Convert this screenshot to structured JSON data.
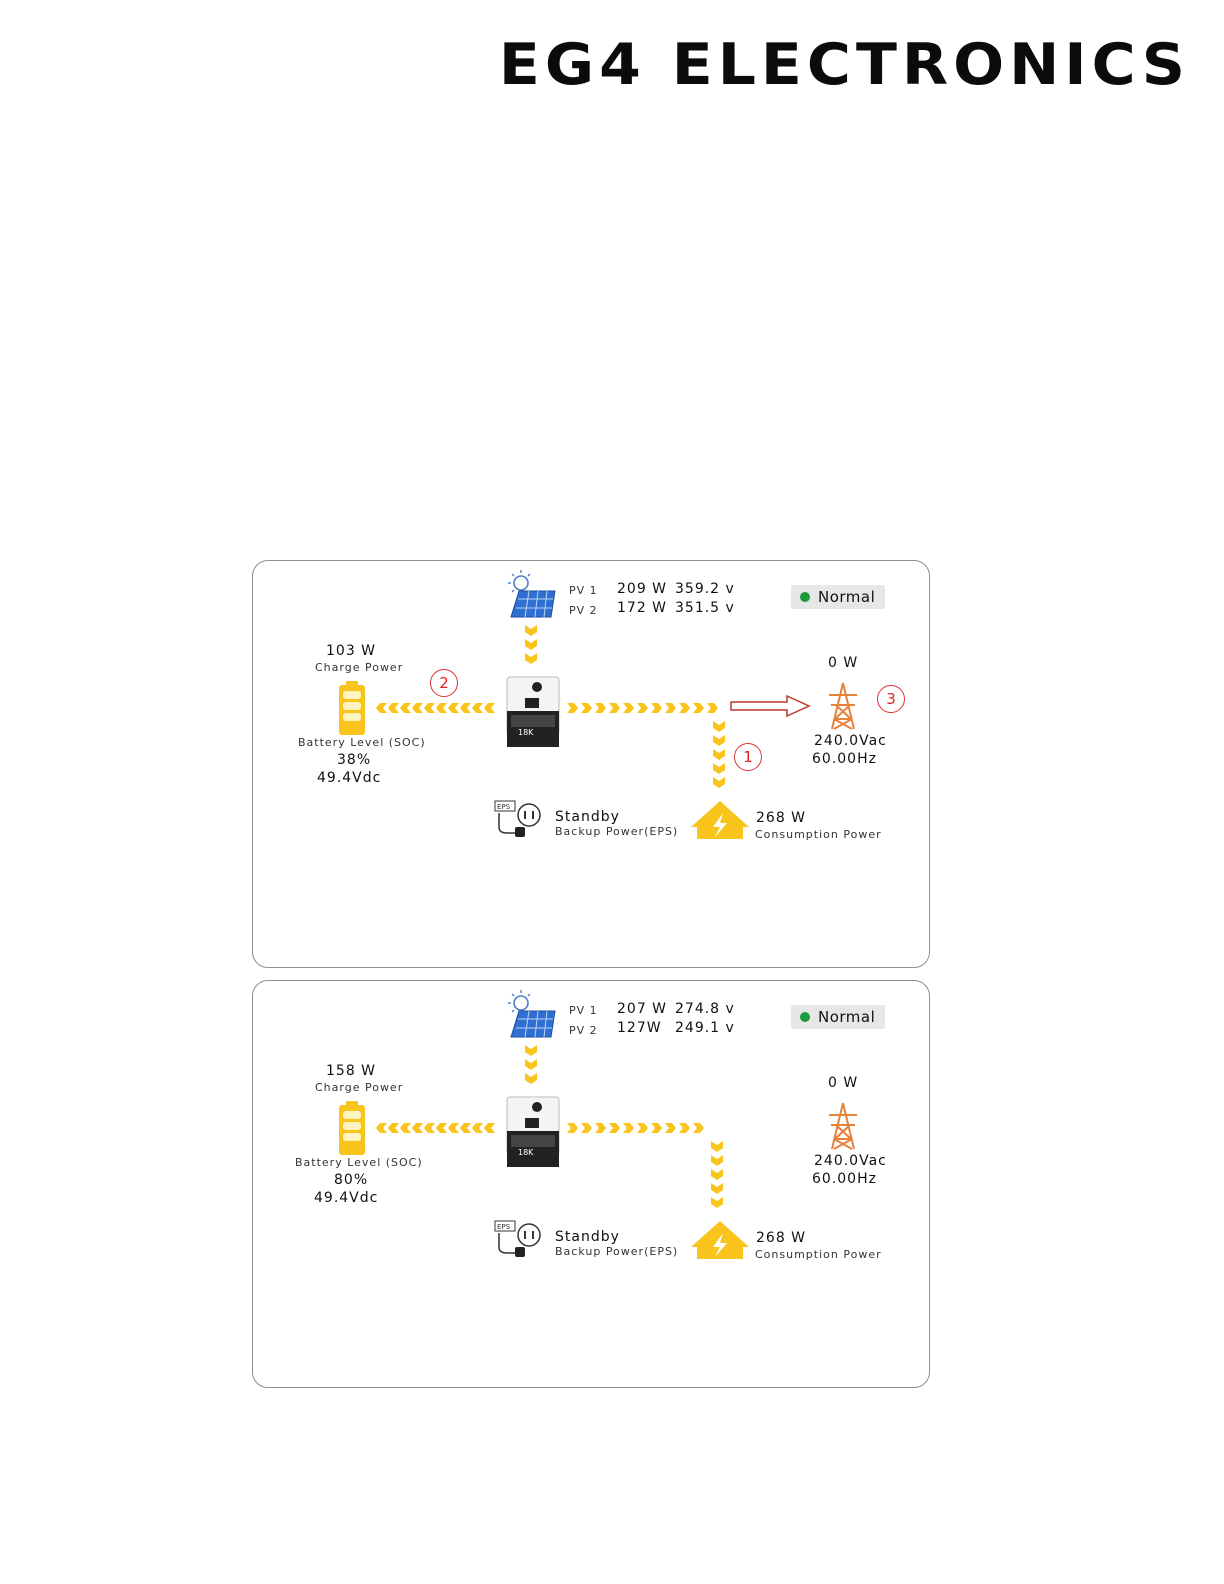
{
  "brand": {
    "logo_text": "EG4 ELECTRONICS"
  },
  "colors": {
    "flow": "#f9c51c",
    "grid_tower": "#e6823a",
    "status_dot": "#1a9a3b",
    "export_arrow": "#c0392b"
  },
  "icons": {
    "solar": "solar-panel-icon",
    "battery": "battery-icon",
    "inverter": "inverter-icon",
    "grid": "transmission-tower-icon",
    "home": "home-lightning-icon",
    "eps": "eps-plug-icon"
  },
  "panels": [
    {
      "status": "Normal",
      "pv1": {
        "label": "PV 1",
        "power": "209 W",
        "voltage": "359.2 v"
      },
      "pv2": {
        "label": "PV 2",
        "power": "172 W",
        "voltage": "351.5 v"
      },
      "battery": {
        "power": "103 W",
        "power_label": "Charge Power",
        "level_label": "Battery  Level (SOC)",
        "soc": "38%",
        "voltage": "49.4Vdc"
      },
      "grid": {
        "power": "0 W",
        "voltage": "240.0Vac",
        "frequency": "60.00Hz"
      },
      "eps": {
        "status": "Standby",
        "label": "Backup Power(EPS)",
        "icon_text": "EPS"
      },
      "load": {
        "power": "268 W",
        "label": "Consumption Power"
      },
      "inverter_label": "18K",
      "markers": [
        "1",
        "2",
        "3"
      ]
    },
    {
      "status": "Normal",
      "pv1": {
        "label": "PV 1",
        "power": "207 W",
        "voltage": "274.8 v"
      },
      "pv2": {
        "label": "PV 2",
        "power": "127W",
        "voltage": "249.1 v"
      },
      "battery": {
        "power": "158 W",
        "power_label": "Charge Power",
        "level_label": "Battery  Level (SOC)",
        "soc": "80%",
        "voltage": "49.4Vdc"
      },
      "grid": {
        "power": "0 W",
        "voltage": "240.0Vac",
        "frequency": "60.00Hz"
      },
      "eps": {
        "status": "Standby",
        "label": "Backup Power(EPS)",
        "icon_text": "EPS"
      },
      "load": {
        "power": "268 W",
        "label": "Consumption Power"
      },
      "inverter_label": "18K"
    }
  ]
}
